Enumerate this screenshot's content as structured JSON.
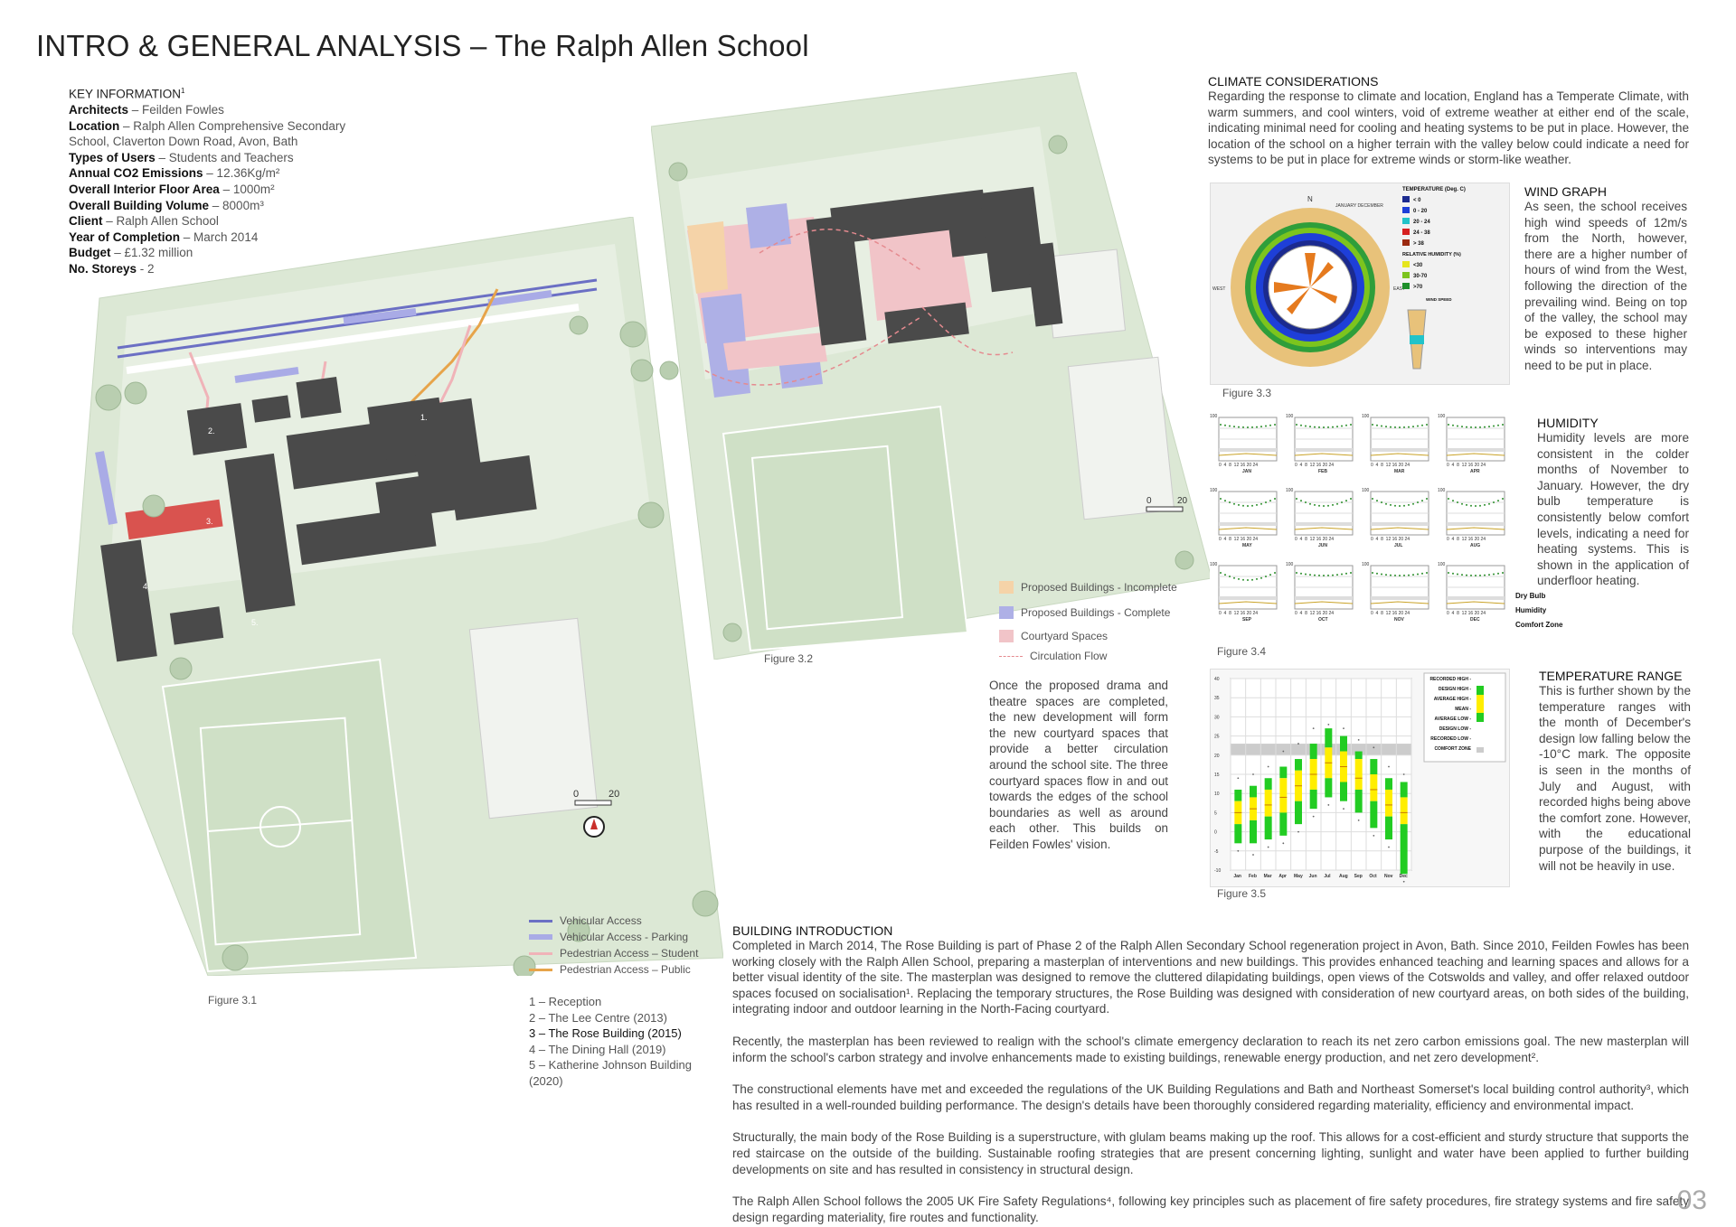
{
  "title": "INTRO & GENERAL ANALYSIS – The Ralph Allen School",
  "key_info": {
    "heading": "KEY INFORMATION",
    "heading_sup": "1",
    "rows": [
      {
        "label": "Architects",
        "value": " – Feilden Fowles"
      },
      {
        "label": "Location",
        "value": " – Ralph Allen Comprehensive Secondary School, Claverton Down Road, Avon, Bath"
      },
      {
        "label": "Types of Users",
        "value": " – Students and Teachers"
      },
      {
        "label": "Annual CO2 Emissions",
        "value": " – 12.36Kg/m²"
      },
      {
        "label": "Overall Interior Floor Area",
        "value": " – 1000m²"
      },
      {
        "label": "Overall Building Volume",
        "value": " – 8000m³"
      },
      {
        "label": "Client",
        "value": " – Ralph Allen School"
      },
      {
        "label": "Year of Completion",
        "value": " – March 2014"
      },
      {
        "label": "Budget",
        "value": " – £1.32 million"
      },
      {
        "label": "No. Storeys",
        "value": " - 2"
      }
    ]
  },
  "figures": {
    "f31": "Figure 3.1",
    "f32": "Figure 3.2",
    "f33": "Figure 3.3",
    "f34": "Figure 3.4",
    "f35": "Figure 3.5"
  },
  "site_plan": {
    "building_labels": [
      "1.",
      "2.",
      "3.",
      "4.",
      "5."
    ],
    "scale_zero": "0",
    "scale_end": "20",
    "legend": [
      {
        "label": "Vehicular Access",
        "color": "#6b6fc4"
      },
      {
        "label": "Vehicular Access - Parking",
        "color": "#a9abe6"
      },
      {
        "label": "Pedestrian Access – Student",
        "color": "#f0b3b8"
      },
      {
        "label": "Pedestrian Access – Public",
        "color": "#e7a44a"
      }
    ],
    "key": [
      "1 – Reception",
      "2 – The Lee Centre (2013)",
      "3 – The Rose Building (2015)",
      "4 – The Dining Hall (2019)",
      "5 – Katherine Johnson Building (2020)"
    ]
  },
  "courtyard_plan": {
    "scale_zero": "0",
    "scale_end": "20",
    "legend": [
      {
        "label": "Proposed Buildings - Incomplete",
        "color": "#f5d3a8"
      },
      {
        "label": "Proposed Buildings - Complete",
        "color": "#aeb0e6"
      },
      {
        "label": "Courtyard Spaces",
        "color": "#f1c4c8"
      },
      {
        "label": "Circulation Flow",
        "color": "#e58a8f"
      }
    ],
    "text": "Once the proposed drama and theatre spaces are completed, the new development will form the new courtyard spaces that provide a better circulation around the school site. The three courtyard spaces flow in and out towards the edges of the school boundaries as well as around each other. This builds on Feilden Fowles' vision."
  },
  "climate": {
    "heading": "CLIMATE CONSIDERATIONS",
    "text": "Regarding the response to climate and location, England has a Temperate Climate, with warm summers, and cool winters, void of extreme weather at either end of the scale, indicating minimal need for cooling and heating systems to be put in place. However, the location of the school on a higher terrain with the valley below could indicate a need for systems to be put in place for extreme winds or storm-like weather."
  },
  "wind": {
    "heading": "WIND GRAPH",
    "text": "As seen, the school receives high wind speeds of 12m/s from the North, however, there are a higher number of hours of wind from the West, following the direction of the prevailing wind. Being on top of the valley, the school may be exposed to these higher winds so interventions may need to be put in place.",
    "chart_labels": {
      "n": "N",
      "months": "JANUARY DECEMBER",
      "temp_head": "TEMPERATURE (Deg. C)",
      "temp": [
        {
          "label": "< 0",
          "color": "#1b2a8f"
        },
        {
          "label": "0 - 20",
          "color": "#1e3fd8"
        },
        {
          "label": "20 - 24",
          "color": "#22c3c9"
        },
        {
          "label": "24 - 38",
          "color": "#d62020"
        },
        {
          "label": "> 38",
          "color": "#9b2a10"
        }
      ],
      "rh_head": "RELATIVE HUMIDITY (%)",
      "rh": [
        {
          "label": "<30",
          "color": "#e6e61e"
        },
        {
          "label": "30-70",
          "color": "#7cc41e"
        },
        {
          "label": ">70",
          "color": "#1e8f2a"
        }
      ],
      "west": "WEST",
      "east": "EAST",
      "wind_speed": "WIND SPEED"
    }
  },
  "humidity": {
    "heading": "HUMIDITY",
    "text": "Humidity levels are more consistent in the colder months of November to January. However, the dry bulb temperature is consistently below comfort levels, indicating a need for heating systems. This is shown in the application of underfloor heating.",
    "months": [
      "JAN",
      "FEB",
      "MAR",
      "APR",
      "MAY",
      "JUN",
      "JUL",
      "AUG",
      "SEP",
      "OCT",
      "NOV",
      "DEC"
    ],
    "y_top": "100",
    "x_ticks": "0  4  8  12 16 20 24",
    "legend": [
      "Dry Bulb",
      "Humidity",
      "Comfort Zone"
    ]
  },
  "temperature": {
    "heading": "TEMPERATURE RANGE",
    "text": "This is further shown by the temperature ranges with the month of December's design low falling below the -10°C mark. The opposite is seen in the months of July and August, with recorded highs being above the comfort zone. However, with the educational purpose of the buildings, it will not be heavily in use.",
    "legend": [
      "RECORDED HIGH -",
      "DESIGN HIGH -",
      "AVERAGE HIGH -",
      "MEAN -",
      "AVERAGE LOW -",
      "DESIGN LOW -",
      "RECORDED LOW -",
      "COMFORT ZONE"
    ]
  },
  "chart_data": {
    "type": "bar",
    "title": "",
    "categories": [
      "Jan",
      "Feb",
      "Mar",
      "Apr",
      "May",
      "Jun",
      "Jul",
      "Aug",
      "Sep",
      "Oct",
      "Nov",
      "Dec"
    ],
    "ylim": [
      -10,
      40
    ],
    "y_ticks": [
      -10,
      -5,
      0,
      5,
      10,
      15,
      20,
      25,
      30,
      35,
      40
    ],
    "comfort_zone": [
      20,
      23
    ],
    "series": [
      {
        "name": "DESIGN HIGH",
        "values": [
          11,
          12,
          14,
          17,
          19,
          23,
          27,
          25,
          21,
          19,
          14,
          13
        ]
      },
      {
        "name": "AVERAGE HIGH",
        "values": [
          8,
          9,
          11,
          14,
          16,
          19,
          22,
          21,
          19,
          15,
          11,
          9
        ]
      },
      {
        "name": "MEAN",
        "values": [
          5,
          6,
          7,
          9,
          12,
          15,
          18,
          17,
          14,
          11,
          7,
          5
        ]
      },
      {
        "name": "AVERAGE LOW",
        "values": [
          2,
          3,
          4,
          5,
          8,
          11,
          14,
          13,
          11,
          8,
          4,
          2
        ]
      },
      {
        "name": "DESIGN LOW",
        "values": [
          -3,
          -3,
          -2,
          -1,
          2,
          6,
          9,
          8,
          5,
          1,
          -2,
          -11
        ]
      },
      {
        "name": "RECORDED HIGH",
        "values": [
          14,
          15,
          17,
          21,
          23,
          27,
          28,
          27,
          24,
          22,
          17,
          15
        ]
      },
      {
        "name": "RECORDED LOW",
        "values": [
          -5,
          -6,
          -4,
          -3,
          0,
          4,
          7,
          6,
          3,
          -1,
          -4,
          -13
        ]
      }
    ]
  },
  "building": {
    "heading": "BUILDING INTRODUCTION",
    "p1": "Completed in March 2014, The Rose Building is part of Phase 2 of the Ralph Allen Secondary School regeneration project in Avon, Bath. Since 2010, Feilden Fowles has been working closely with the Ralph Allen School, preparing a masterplan of interventions and new buildings. This provides enhanced teaching and learning spaces and allows for a better visual identity of the site. The masterplan was designed to remove the cluttered dilapidating buildings, open views of the Cotswolds and valley, and offer relaxed outdoor spaces focused on socialisation¹. Replacing the temporary structures, the Rose Building was designed with consideration of new courtyard areas, on both sides of the building, integrating indoor and outdoor learning in the North-Facing courtyard.",
    "p2": "Recently, the masterplan has been reviewed to realign with the school's climate emergency declaration to reach its net zero carbon emissions goal. The new masterplan will inform the school's carbon strategy and involve enhancements made to existing buildings, renewable energy production, and net zero development².",
    "p3": "The constructional elements have met and exceeded the regulations of the UK Building Regulations and Bath and Northeast Somerset's local building control authority³, which has resulted in a well-rounded building performance. The design's details have been thoroughly considered regarding materiality, efficiency and environmental impact.",
    "p4": "Structurally, the main body of the Rose Building is a superstructure, with glulam beams making up the roof. This allows for a cost-efficient and sturdy structure that supports the red staircase on the outside of the building. Sustainable roofing strategies that are present concerning lighting, sunlight and water have been applied to further building developments on site and has resulted in consistency in structural design.",
    "p5": "The Ralph Allen School follows the 2005 UK Fire Safety Regulations⁴, following key principles such as placement of fire safety procedures, fire strategy systems and fire safety design regarding materiality, fire routes and functionality."
  },
  "page_number": "03"
}
